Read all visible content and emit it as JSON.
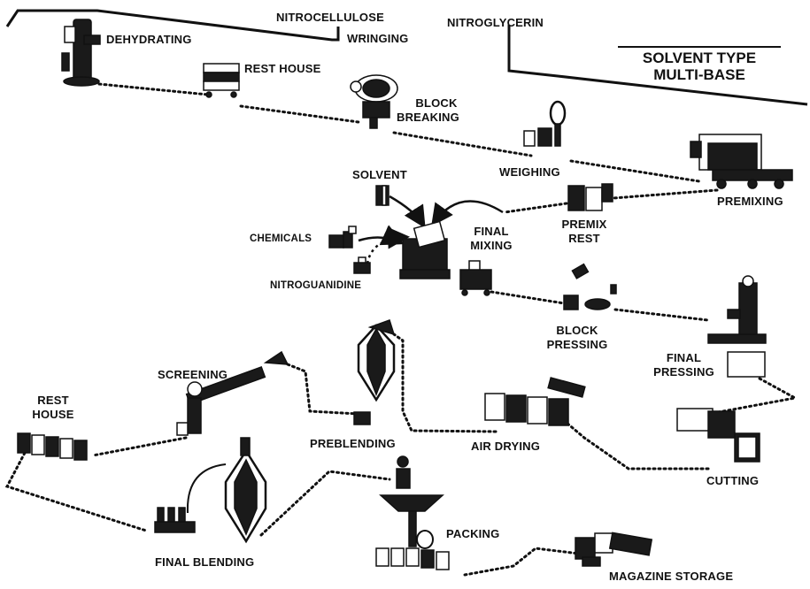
{
  "title": {
    "line1": "SOLVENT TYPE",
    "line2": "MULTI-BASE"
  },
  "inputs": {
    "nitrocellulose": "NITROCELLULOSE",
    "nitroglycerin": "NITROGLYCERIN",
    "solvent": "SOLVENT",
    "chemicals": "CHEMICALS",
    "nitroguanidine": "NITROGUANIDINE"
  },
  "steps": {
    "dehydrating": "DEHYDRATING",
    "wringing": "WRINGING",
    "rest_house_1": "REST HOUSE",
    "block_breaking_1": "BLOCK",
    "block_breaking_2": "BREAKING",
    "weighing": "WEIGHING",
    "premixing": "PREMIXING",
    "premix_rest_1": "PREMIX",
    "premix_rest_2": "REST",
    "final_mixing_1": "FINAL",
    "final_mixing_2": "MIXING",
    "block_pressing_1": "BLOCK",
    "block_pressing_2": "PRESSING",
    "final_pressing_1": "FINAL",
    "final_pressing_2": "PRESSING",
    "cutting": "CUTTING",
    "air_drying": "AIR DRYING",
    "preblending": "PREBLENDING",
    "screening": "SCREENING",
    "rest_house_2a": "REST",
    "rest_house_2b": "HOUSE",
    "final_blending": "FINAL BLENDING",
    "packing": "PACKING",
    "magazine_storage": "MAGAZINE STORAGE"
  }
}
